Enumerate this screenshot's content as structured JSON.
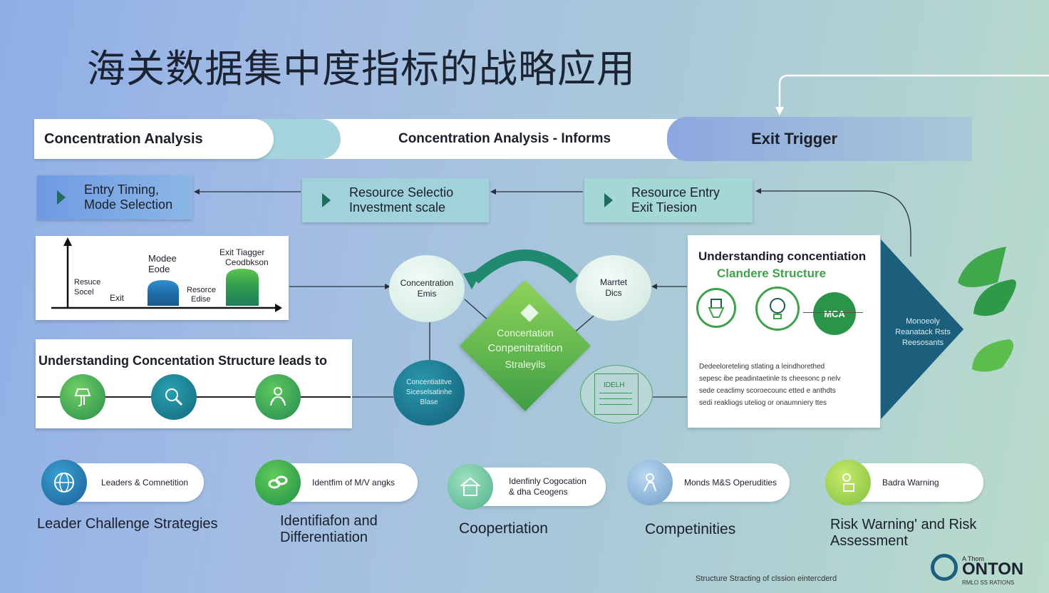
{
  "title": "海关数据集中度指标的战略应用",
  "banner": {
    "seg1": "Concentration Analysis",
    "seg3": "Concentration Analysis - Informs",
    "seg4": "Exit Trigger"
  },
  "steps": [
    {
      "line1": "Entry Timing,",
      "line2": "Mode Selection"
    },
    {
      "line1": "Resource Selectio",
      "line2": "Investment scale"
    },
    {
      "line1": "Resource Entry",
      "line2": "Exit Tiesion"
    }
  ],
  "chart_panel": {
    "label_mode1": "Modee",
    "label_mode2": "Eode",
    "label_exit_trigger1": "Exit Tiagger",
    "label_exit_trigger2": "Ceodbkson",
    "label_resource1": "Resuce",
    "label_resource2": "Socel",
    "label_exit": "Exit",
    "label_resource_b1": "Resorce",
    "label_resource_b2": "Edise"
  },
  "understanding_left": {
    "heading": "Understanding Concentation  Structure  leads to"
  },
  "center": {
    "circle_left": {
      "line1": "Concentration",
      "line2": "Emis"
    },
    "circle_right": {
      "line1": "Marrtet",
      "line2": "Dics"
    },
    "diamond": {
      "line1": "Concertation",
      "line2": "Conpenitratition",
      "line3": "Straleyils"
    },
    "bottom_circle": {
      "line1": "Concentiatitve",
      "line2": "Siceselsatinhe",
      "line3": "Blase"
    },
    "note_card": "IDELH"
  },
  "understanding_right": {
    "heading": "Understanding concentiation",
    "subheading": "Clandere  Structure",
    "badge": "MCA",
    "body": [
      "Dedeeloreteling stlating a leindhorethed",
      "sepesc ibe peadintaetinle ts cheesonc p nelv",
      "sede ceaclimy scoroecounc etted e anthdts",
      "sedi reakliogs uteliog or onaumniery ttes"
    ]
  },
  "arrow_panel": {
    "line1": "Monoeoly",
    "line2": "Reanatack Rsts",
    "line3": "Reesosants"
  },
  "bottom": [
    {
      "pill": "Leaders & Comnetition",
      "label1": "Leader Challenge Strategies",
      "label2": ""
    },
    {
      "pill": "Identfim of  M/V  angks",
      "label1": "Identifiafon and",
      "label2": "Differentiation"
    },
    {
      "pill1": "Idenfinly Cogocation",
      "pill2": "& dha Ceogens",
      "label1": "Coopertiation",
      "label2": ""
    },
    {
      "pill": "Monds M&S Operudities",
      "label1": "Competinities",
      "label2": ""
    },
    {
      "pill": "Badra Warning",
      "label1": "Risk Warning' and Risk",
      "label2": "Assessment"
    }
  ],
  "footer": "Structure Stracting of clssion eintercderd",
  "logo": {
    "name": "ONTON",
    "sub": "RMLO SS RATIONS",
    "tiny": "A Thom"
  }
}
